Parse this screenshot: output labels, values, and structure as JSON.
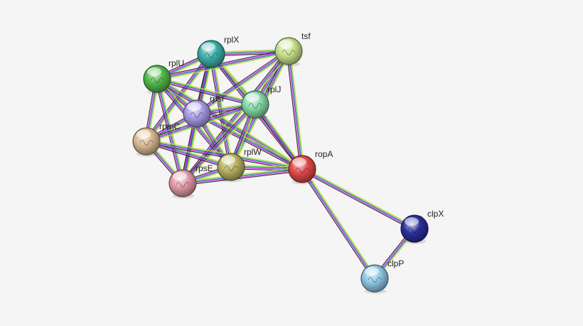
{
  "nodes": [
    {
      "id": "rplX",
      "label": "rplX",
      "color": "#3aaea6"
    },
    {
      "id": "tsf",
      "label": "tsf",
      "color": "#c6e08a"
    },
    {
      "id": "rplU",
      "label": "rplU",
      "color": "#52b84a"
    },
    {
      "id": "rpsF",
      "label": "rpsF",
      "color": "#a89ae6"
    },
    {
      "id": "rplJ",
      "label": "rplJ",
      "color": "#86d8a8"
    },
    {
      "id": "rpmC",
      "label": "rpmC",
      "color": "#d8b890"
    },
    {
      "id": "rplW",
      "label": "rplW",
      "color": "#b8b060"
    },
    {
      "id": "rpsE",
      "label": "rpsE",
      "color": "#e09aa6"
    },
    {
      "id": "ropA",
      "label": "ropA",
      "color": "#e04848"
    },
    {
      "id": "clpX",
      "label": "clpX",
      "color": "#2a2e9a"
    },
    {
      "id": "clpP",
      "label": "clpP",
      "color": "#8ec6e6"
    }
  ],
  "edges": [
    [
      "rplX",
      "tsf"
    ],
    [
      "rplX",
      "rplU"
    ],
    [
      "rplX",
      "rpsF"
    ],
    [
      "rplX",
      "rplJ"
    ],
    [
      "rplX",
      "rpmC"
    ],
    [
      "rplX",
      "rplW"
    ],
    [
      "rplX",
      "rpsE"
    ],
    [
      "rplX",
      "ropA"
    ],
    [
      "tsf",
      "rplU"
    ],
    [
      "tsf",
      "rpsF"
    ],
    [
      "tsf",
      "rplJ"
    ],
    [
      "tsf",
      "rplW"
    ],
    [
      "tsf",
      "rpsE"
    ],
    [
      "tsf",
      "ropA"
    ],
    [
      "rplU",
      "rpsF"
    ],
    [
      "rplU",
      "rplJ"
    ],
    [
      "rplU",
      "rpmC"
    ],
    [
      "rplU",
      "rplW"
    ],
    [
      "rplU",
      "rpsE"
    ],
    [
      "rplU",
      "ropA"
    ],
    [
      "rpsF",
      "rplJ"
    ],
    [
      "rpsF",
      "rpmC"
    ],
    [
      "rpsF",
      "rplW"
    ],
    [
      "rpsF",
      "rpsE"
    ],
    [
      "rpsF",
      "ropA"
    ],
    [
      "rplJ",
      "rpmC"
    ],
    [
      "rplJ",
      "rplW"
    ],
    [
      "rplJ",
      "rpsE"
    ],
    [
      "rplJ",
      "ropA"
    ],
    [
      "rpmC",
      "rplW"
    ],
    [
      "rpmC",
      "rpsE"
    ],
    [
      "rpmC",
      "ropA"
    ],
    [
      "rplW",
      "rpsE"
    ],
    [
      "rplW",
      "ropA"
    ],
    [
      "rpsE",
      "ropA"
    ],
    [
      "ropA",
      "clpX"
    ],
    [
      "ropA",
      "clpP"
    ],
    [
      "clpX",
      "clpP"
    ]
  ],
  "edge_colors": [
    "#d8e040",
    "#3ac03a",
    "#3838e0",
    "#e038e0",
    "#202020"
  ]
}
